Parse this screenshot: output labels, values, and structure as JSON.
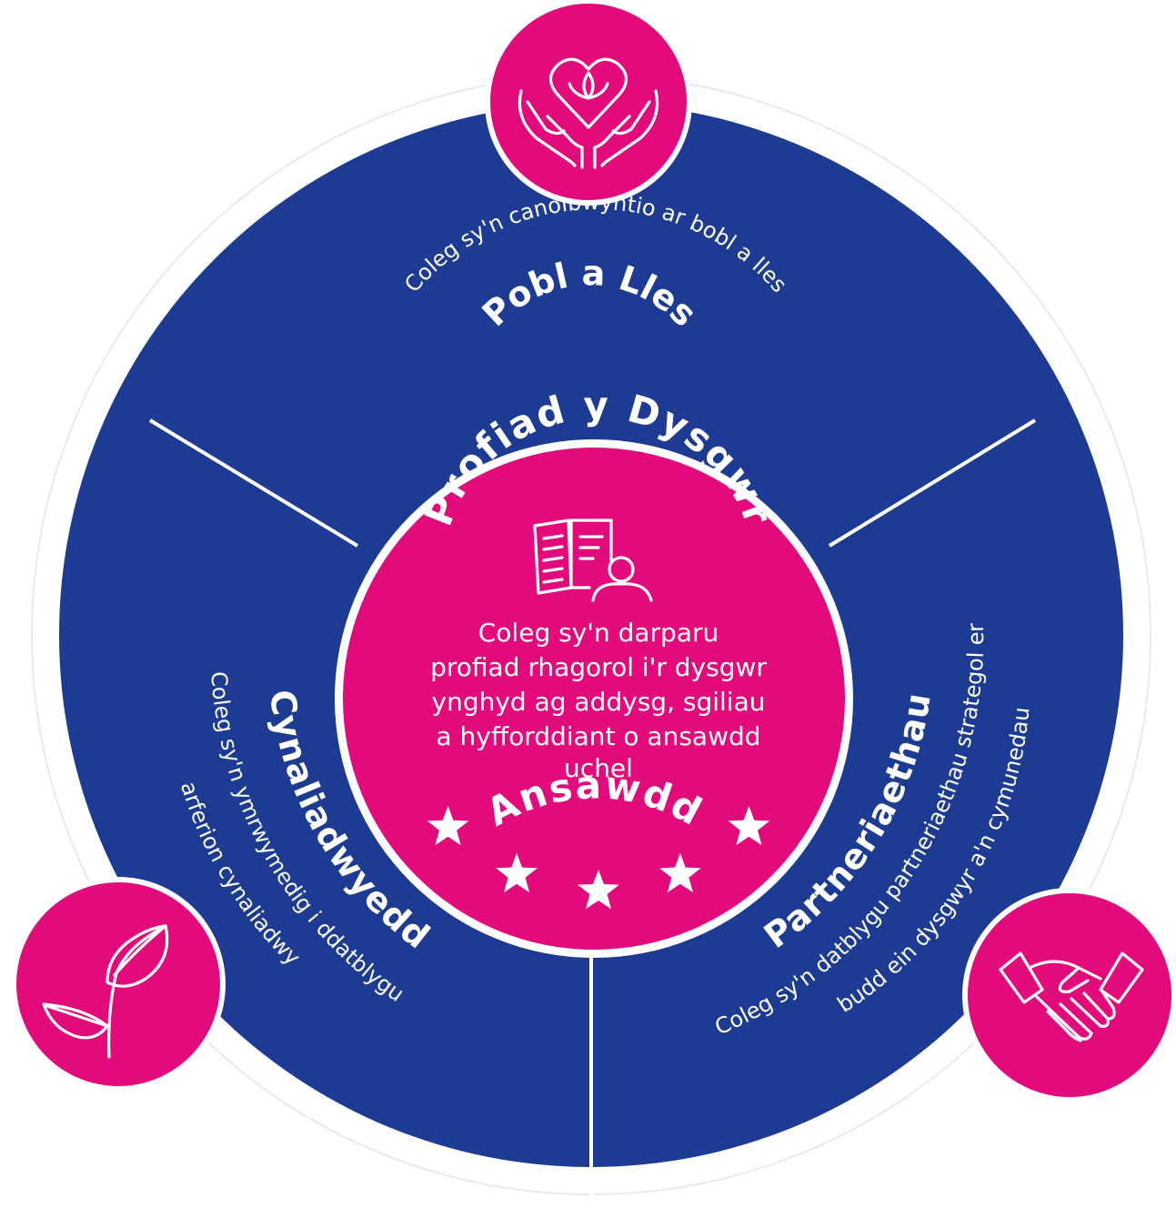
{
  "colors": {
    "navy": "#1d3b93",
    "magenta": "#e30a7b",
    "white": "#ffffff"
  },
  "segments": {
    "top": {
      "title": "Pobl a Lles",
      "subtitle": "Coleg sy'n canolbwyntio ar bobl a lles",
      "icon": "hands-heart-icon"
    },
    "left": {
      "title": "Cynaliadwyedd",
      "subtitle_line1": "Coleg sy'n ymrwymedig i ddatblygu",
      "subtitle_line2": "arferion cynaliadwy",
      "icon": "plant-leaf-icon"
    },
    "right": {
      "title": "Partneriaethau",
      "subtitle_line1": "Coleg sy'n datblygu partneriaethau strategol er",
      "subtitle_line2": "budd ein dysgwyr a'n cymunedau",
      "icon": "handshake-icon"
    }
  },
  "center": {
    "title": "Profiad y Dysgwr",
    "icon": "book-learner-icon",
    "body_lines": [
      "Coleg sy'n darparu",
      "profiad rhagorol i'r dysgwr",
      "ynghyd ag addysg, sgiliau",
      "a hyfforddiant o ansawdd",
      "uchel"
    ],
    "quality_label": "Ansawdd",
    "stars": 5
  }
}
